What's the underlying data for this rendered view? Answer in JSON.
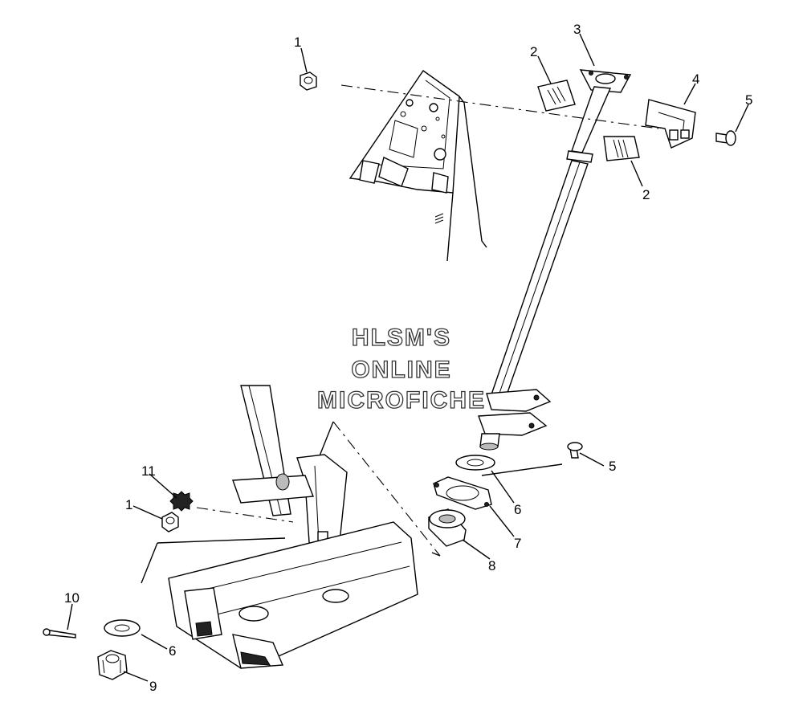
{
  "watermark": {
    "line1": "HLSM'S",
    "line2": "ONLINE",
    "line3": "MICROFICHE"
  },
  "callouts": [
    {
      "id": "c1a",
      "label": "1"
    },
    {
      "id": "c2a",
      "label": "2"
    },
    {
      "id": "c3",
      "label": "3"
    },
    {
      "id": "c4",
      "label": "4"
    },
    {
      "id": "c5a",
      "label": "5"
    },
    {
      "id": "c2b",
      "label": "2"
    },
    {
      "id": "c11",
      "label": "11"
    },
    {
      "id": "c1b",
      "label": "1"
    },
    {
      "id": "c5b",
      "label": "5"
    },
    {
      "id": "c6a",
      "label": "6"
    },
    {
      "id": "c7",
      "label": "7"
    },
    {
      "id": "c8",
      "label": "8"
    },
    {
      "id": "c10",
      "label": "10"
    },
    {
      "id": "c6b",
      "label": "6"
    },
    {
      "id": "c9",
      "label": "9"
    }
  ]
}
